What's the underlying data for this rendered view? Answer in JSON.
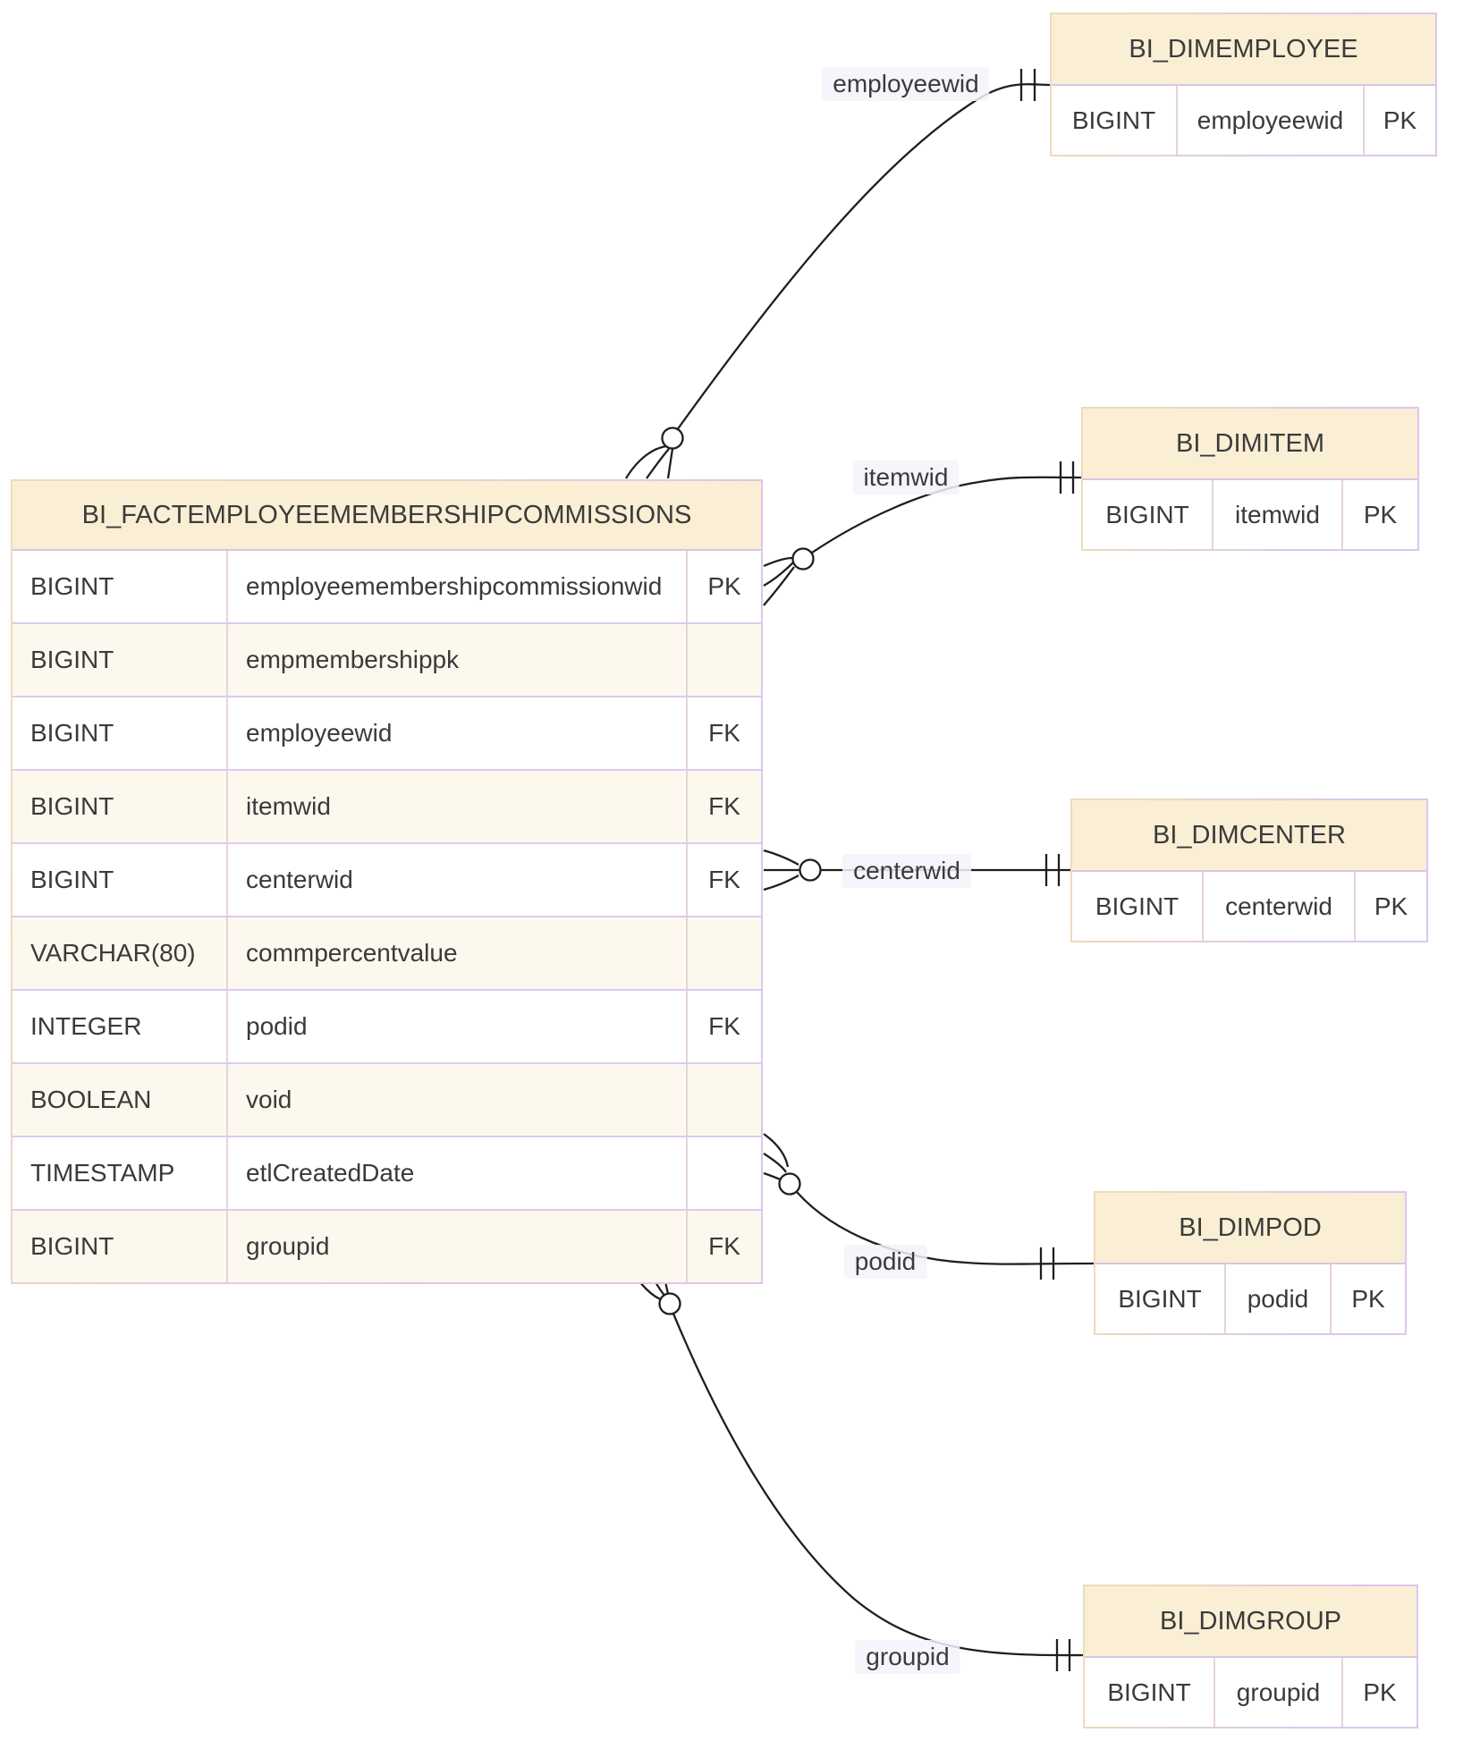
{
  "diagram": {
    "colors": {
      "header_fill": "#faeed4",
      "row_alt_fill": "#fdf8ee",
      "border_tan": "#ecdcba",
      "border_purple": "#dcc6ee",
      "connector_line": "#1f1f1f",
      "label_bg": "#f3f4fa",
      "text": "#3a3a3a"
    },
    "tables": [
      {
        "name": "BI_FACTEMPLOYEEMEMBERSHIPCOMMISSIONS",
        "rows": [
          {
            "type": "BIGINT",
            "name": "employeemembershipcommissionwid",
            "key": "PK"
          },
          {
            "type": "BIGINT",
            "name": "empmembershippk",
            "key": ""
          },
          {
            "type": "BIGINT",
            "name": "employeewid",
            "key": "FK"
          },
          {
            "type": "BIGINT",
            "name": "itemwid",
            "key": "FK"
          },
          {
            "type": "BIGINT",
            "name": "centerwid",
            "key": "FK"
          },
          {
            "type": "VARCHAR(80)",
            "name": "commpercentvalue",
            "key": ""
          },
          {
            "type": "INTEGER",
            "name": "podid",
            "key": "FK"
          },
          {
            "type": "BOOLEAN",
            "name": "void",
            "key": ""
          },
          {
            "type": "TIMESTAMP",
            "name": "etlCreatedDate",
            "key": ""
          },
          {
            "type": "BIGINT",
            "name": "groupid",
            "key": "FK"
          }
        ]
      },
      {
        "name": "BI_DIMEMPLOYEE",
        "rows": [
          {
            "type": "BIGINT",
            "name": "employeewid",
            "key": "PK"
          }
        ]
      },
      {
        "name": "BI_DIMITEM",
        "rows": [
          {
            "type": "BIGINT",
            "name": "itemwid",
            "key": "PK"
          }
        ]
      },
      {
        "name": "BI_DIMCENTER",
        "rows": [
          {
            "type": "BIGINT",
            "name": "centerwid",
            "key": "PK"
          }
        ]
      },
      {
        "name": "BI_DIMPOD",
        "rows": [
          {
            "type": "BIGINT",
            "name": "podid",
            "key": "PK"
          }
        ]
      },
      {
        "name": "BI_DIMGROUP",
        "rows": [
          {
            "type": "BIGINT",
            "name": "groupid",
            "key": "PK"
          }
        ]
      }
    ],
    "relationships": [
      {
        "label": "employeewid",
        "from": "BI_FACTEMPLOYEEMEMBERSHIPCOMMISSIONS",
        "to": "BI_DIMEMPLOYEE",
        "from_cardinality": "zero-or-many",
        "to_cardinality": "one-and-only-one"
      },
      {
        "label": "itemwid",
        "from": "BI_FACTEMPLOYEEMEMBERSHIPCOMMISSIONS",
        "to": "BI_DIMITEM",
        "from_cardinality": "zero-or-many",
        "to_cardinality": "one-and-only-one"
      },
      {
        "label": "centerwid",
        "from": "BI_FACTEMPLOYEEMEMBERSHIPCOMMISSIONS",
        "to": "BI_DIMCENTER",
        "from_cardinality": "zero-or-many",
        "to_cardinality": "one-and-only-one"
      },
      {
        "label": "podid",
        "from": "BI_FACTEMPLOYEEMEMBERSHIPCOMMISSIONS",
        "to": "BI_DIMPOD",
        "from_cardinality": "zero-or-many",
        "to_cardinality": "one-and-only-one"
      },
      {
        "label": "groupid",
        "from": "BI_FACTEMPLOYEEMEMBERSHIPCOMMISSIONS",
        "to": "BI_DIMGROUP",
        "from_cardinality": "zero-or-many",
        "to_cardinality": "one-and-only-one"
      }
    ]
  }
}
